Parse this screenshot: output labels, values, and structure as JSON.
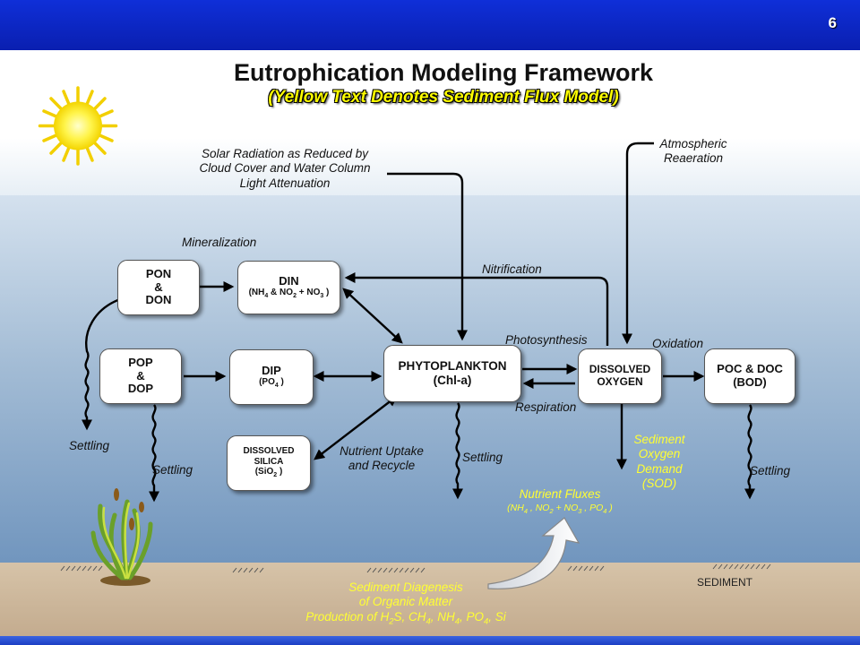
{
  "header": {
    "page_number": "6"
  },
  "title": "Eutrophication Modeling Framework",
  "subtitle": "(Yellow Text Denotes Sediment Flux Model)",
  "boxes": {
    "pon": [
      "PON",
      "&",
      "DON"
    ],
    "din": {
      "name": "DIN",
      "detail_pre": "(NH",
      "sub1": "4",
      "detail_mid": " & NO",
      "sub2": "2",
      "detail_post": " + NO",
      "sub3": "3",
      "detail_end": " )"
    },
    "pop": [
      "POP",
      "&",
      "DOP"
    ],
    "dip": {
      "name": "DIP",
      "detail_pre": "(PO",
      "sub": "4",
      "detail_end": " )"
    },
    "silica": {
      "line1": "DISSOLVED",
      "line2": "SILICA",
      "detail_pre": "(SiO",
      "sub": "2",
      "detail_end": " )"
    },
    "phyto": [
      "PHYTOPLANKTON",
      "(Chl-a)"
    ],
    "do": [
      "DISSOLVED",
      "OXYGEN"
    ],
    "poc": [
      "POC & DOC",
      "(BOD)"
    ]
  },
  "labels": {
    "solar": [
      "Solar Radiation as Reduced by",
      "Cloud Cover and Water Column",
      "Light Attenuation"
    ],
    "atmos": [
      "Atmospheric",
      "Reaeration"
    ],
    "mineralization": "Mineralization",
    "nitrification": "Nitrification",
    "photosynthesis": "Photosynthesis",
    "oxidation": "Oxidation",
    "respiration": "Respiration",
    "nutrient_uptake": [
      "Nutrient Uptake",
      "and Recycle"
    ],
    "settling": "Settling",
    "sediment": "SEDIMENT"
  },
  "yellow_labels": {
    "sod": [
      "Sediment",
      "Oxygen",
      "Demand",
      "(SOD)"
    ],
    "nutrient_fluxes": "Nutrient Fluxes",
    "nutrient_fluxes_detail": {
      "a": "(NH",
      "a_sub": "4",
      "b": " , NO",
      "b_sub": "2",
      "c": " + NO",
      "c_sub": "3",
      "d": " ,  PO",
      "d_sub": "4",
      "e": " )"
    },
    "diagenesis": {
      "line1": "Sediment Diagenesis",
      "line2": "of Organic Matter",
      "l3a": "Production of H",
      "l3a_sub": "2",
      "l3b": "S, CH",
      "l3b_sub": "4",
      "l3c": ",  NH",
      "l3c_sub": "4",
      "l3d": ", PO",
      "l3d_sub": "4",
      "l3e": ",  Si"
    }
  },
  "colors": {
    "header": "#0a1fb0",
    "yellow_text": "#ffff33",
    "water_bottom": "#6f94bd",
    "sediment": "#c9b394"
  }
}
